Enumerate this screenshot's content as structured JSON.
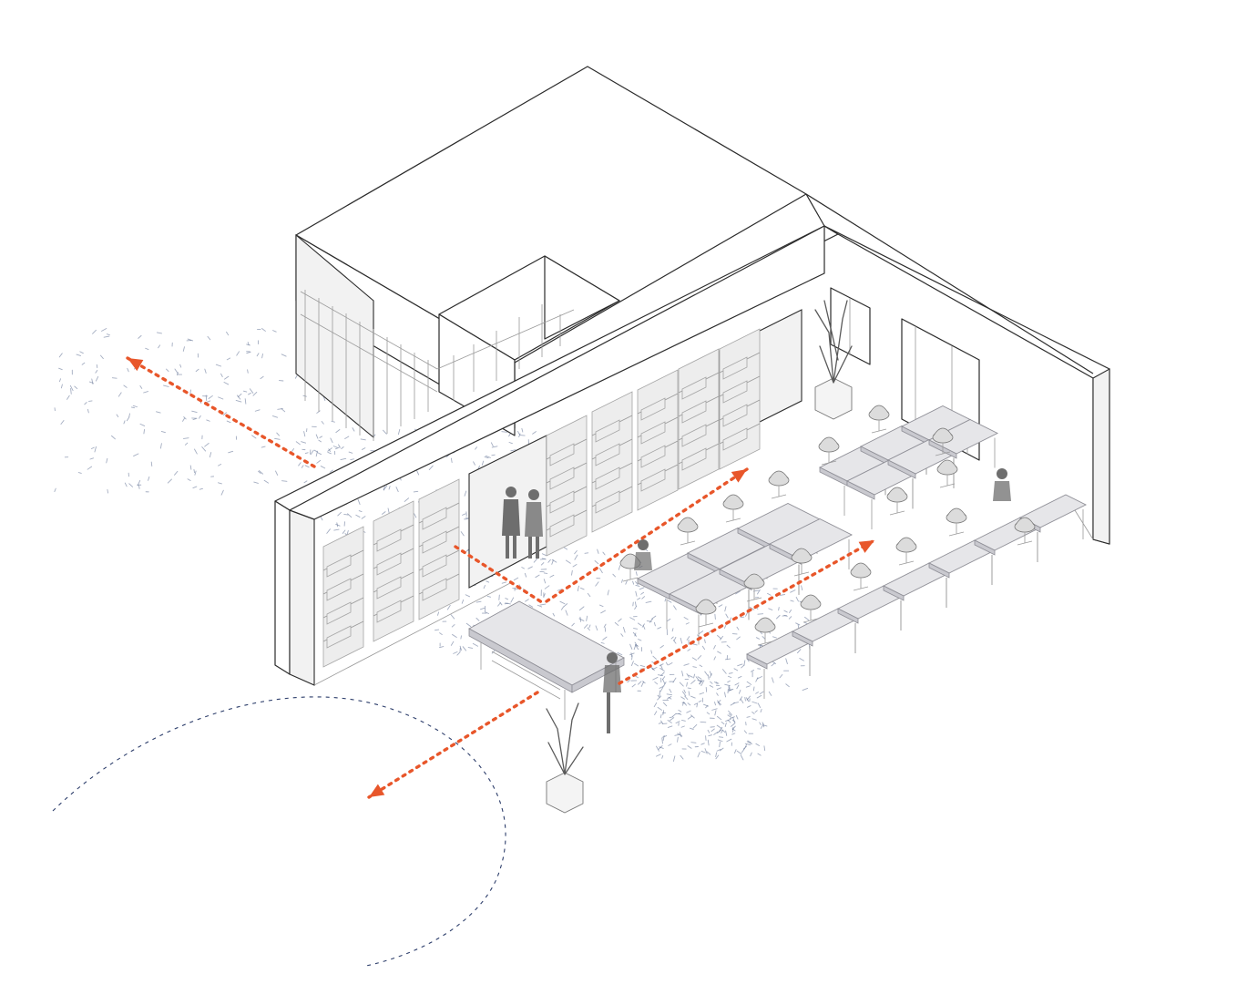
{
  "diagram": {
    "style": "isometric axonometric interior",
    "colors": {
      "line": "#2b2b2b",
      "flow_arrow": "#e8562a",
      "boundary_dash": "#2d3e6b",
      "speckle": "#5a6b8f",
      "furniture": "#e6e6e9"
    },
    "flow_arrows": [
      {
        "name": "exit-left-arrow"
      },
      {
        "name": "circulation-arrow-middle"
      },
      {
        "name": "circulation-arrow-right"
      },
      {
        "name": "exit-down-arrow"
      }
    ],
    "icons": [
      "planter-icon",
      "person-icon",
      "chair-icon",
      "shelving-icon"
    ]
  }
}
